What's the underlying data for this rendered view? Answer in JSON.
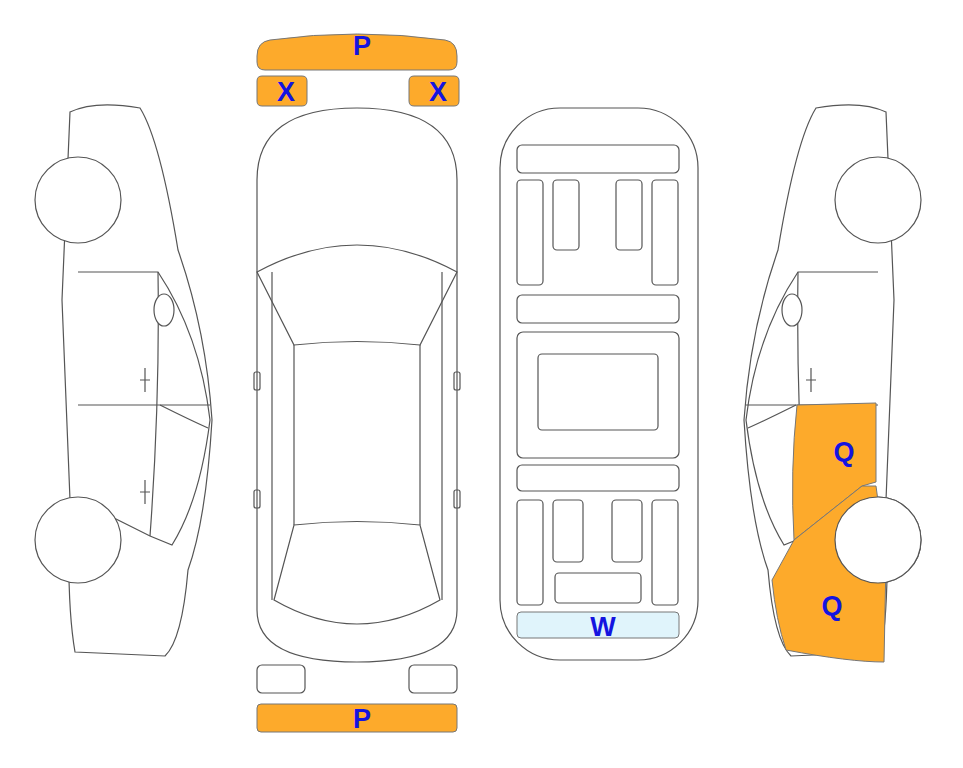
{
  "diagram": {
    "nodes": [
      {
        "text": [
          "P"
        ]
      },
      {
        "text": [
          "X"
        ]
      },
      {
        "text": [
          "X"
        ]
      },
      {
        "text": [
          "Q"
        ]
      },
      {
        "text": [
          "Q"
        ]
      },
      {
        "text": [
          "W"
        ]
      },
      {
        "text": [
          "P"
        ]
      }
    ]
  }
}
